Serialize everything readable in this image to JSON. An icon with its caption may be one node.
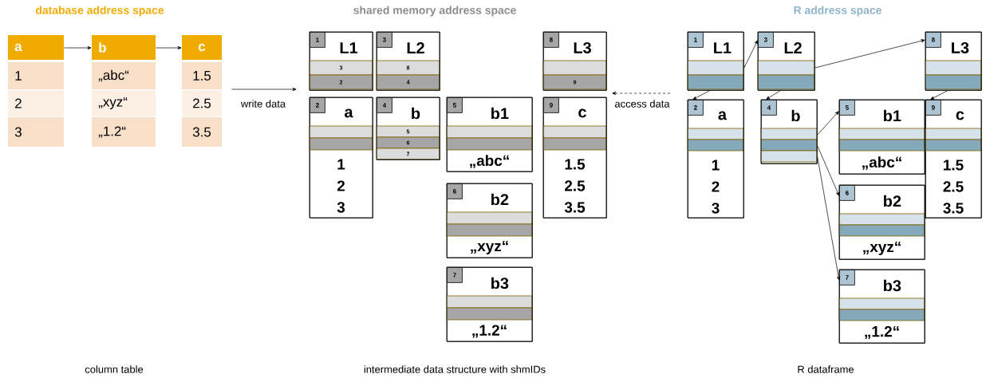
{
  "diagram": {
    "nodes": [
      {
        "text": [
          "a",
          "1",
          "2",
          "3"
        ]
      },
      {
        "text": [
          "b",
          "„abc“",
          "„xyz“",
          "„1.2“"
        ]
      },
      {
        "text": [
          "c",
          "1.5",
          "2.5",
          "3.5"
        ]
      },
      {
        "text": [
          "L1",
          "3",
          "2"
        ]
      },
      {
        "text": [
          "1"
        ],
        "in": 3
      },
      {
        "text": [
          "L2",
          "8",
          "4"
        ]
      },
      {
        "text": [
          "3"
        ],
        "in": 5
      },
      {
        "text": [
          "L3",
          "9"
        ]
      },
      {
        "text": [
          "8"
        ],
        "in": 7
      },
      {
        "text": [
          "a",
          "1",
          "2",
          "3"
        ]
      },
      {
        "text": [
          "2"
        ],
        "in": 9
      },
      {
        "text": [
          "b",
          "5",
          "6",
          "7"
        ]
      },
      {
        "text": [
          "4"
        ],
        "in": 11
      },
      {
        "text": [
          "b1",
          "„abc“"
        ]
      },
      {
        "text": [
          "5"
        ],
        "in": 13
      },
      {
        "text": [
          "b2",
          "„xyz“"
        ]
      },
      {
        "text": [
          "6"
        ],
        "in": 15
      },
      {
        "text": [
          "b3",
          "„1.2“"
        ]
      },
      {
        "text": [
          "7"
        ],
        "in": 17
      },
      {
        "text": [
          "c",
          "1.5",
          "2.5",
          "3.5"
        ]
      },
      {
        "text": [
          "9"
        ],
        "in": 19
      },
      {
        "text": [
          "L1"
        ]
      },
      {
        "text": [
          "1"
        ],
        "in": 21
      },
      {
        "text": [
          "L2"
        ]
      },
      {
        "text": [
          "3"
        ],
        "in": 23
      },
      {
        "text": [
          "L3"
        ]
      },
      {
        "text": [
          "8"
        ],
        "in": 25
      },
      {
        "text": [
          "a",
          "1",
          "2",
          "3"
        ]
      },
      {
        "text": [
          "2"
        ],
        "in": 27
      },
      {
        "text": [
          "b"
        ]
      },
      {
        "text": [
          "4"
        ],
        "in": 29
      },
      {
        "text": [
          "b1",
          "„abc“"
        ]
      },
      {
        "text": [
          "5"
        ],
        "in": 31
      },
      {
        "text": [
          "b2",
          "„xyz“"
        ]
      },
      {
        "text": [
          "6"
        ],
        "in": 33
      },
      {
        "text": [
          "b3",
          "„1.2“"
        ]
      },
      {
        "text": [
          "7"
        ],
        "in": 35
      },
      {
        "text": [
          "c",
          "1.5",
          "2.5",
          "3.5"
        ]
      },
      {
        "text": [
          "9"
        ],
        "in": 37
      }
    ],
    "edges": [
      {
        "from": 0,
        "to": 1,
        "arrow": "to"
      },
      {
        "from": 1,
        "to": 2,
        "arrow": "to"
      },
      {
        "from": 2,
        "to": 9,
        "arrow": "to",
        "label": "write data"
      },
      {
        "from": 21,
        "to": 19,
        "arrow": "to",
        "label": "access data",
        "style": "dashed"
      },
      {
        "from": 21,
        "to": 23,
        "arrow": "to"
      },
      {
        "from": 21,
        "to": 27,
        "arrow": "to"
      },
      {
        "from": 23,
        "to": 25,
        "arrow": "to"
      },
      {
        "from": 23,
        "to": 29,
        "arrow": "to"
      },
      {
        "from": 25,
        "to": 37,
        "arrow": "to"
      },
      {
        "from": 29,
        "to": 31,
        "arrow": "to"
      },
      {
        "from": 29,
        "to": 33,
        "arrow": "to"
      },
      {
        "from": 29,
        "to": 35,
        "arrow": "to"
      }
    ],
    "labels": [
      "database address space",
      "shared memory address space",
      "R address space",
      "column table",
      "intermediate data structure with shmIDs",
      "R dataframe"
    ]
  }
}
